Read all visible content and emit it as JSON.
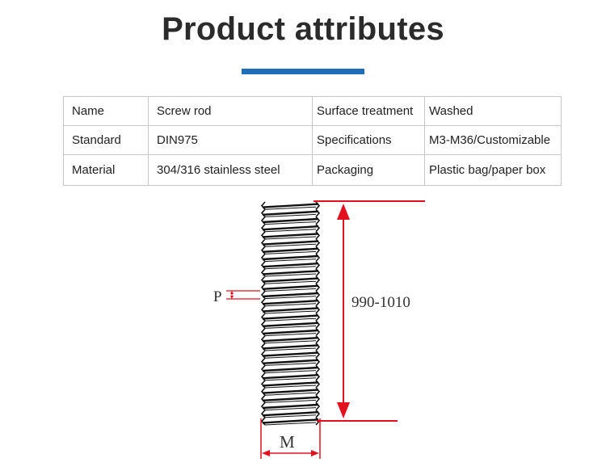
{
  "header": {
    "title": "Product attributes",
    "accent_color": "#1e6db8"
  },
  "attributes": {
    "rows": [
      [
        "Name",
        "Screw rod",
        "Surface treatment",
        "Washed"
      ],
      [
        "Standard",
        "DIN975",
        "Specifications",
        "M3-M36/Customizable"
      ],
      [
        "Material",
        "304/316 stainless steel",
        "Packaging",
        "Plastic bag/paper box"
      ]
    ]
  },
  "drawing": {
    "pitch_label": "P",
    "length_label": "990-1010",
    "diameter_label": "M",
    "dimension_color": "#e3101e",
    "thread_color": "#111111"
  }
}
